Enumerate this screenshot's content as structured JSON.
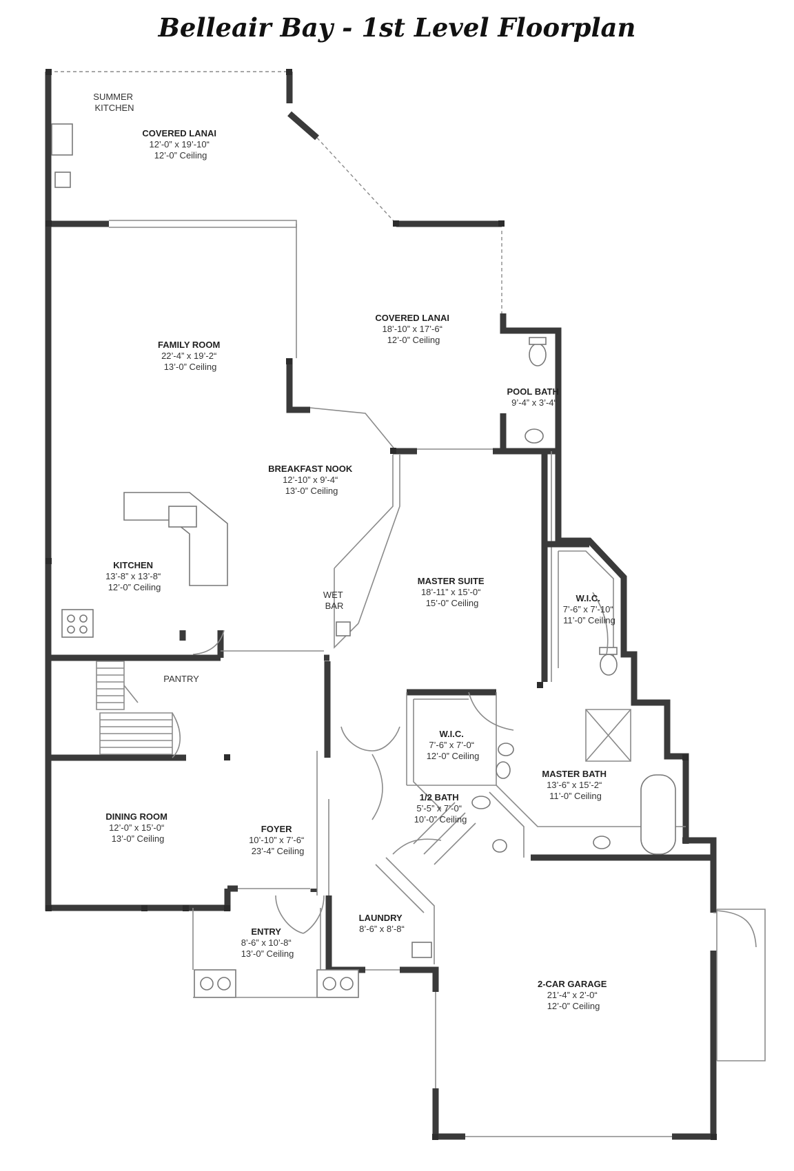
{
  "title": "Belleair Bay - 1st Level Floorplan",
  "rooms": [
    {
      "id": "summer-kitchen",
      "name": "SUMMER",
      "name2": "KITCHEN",
      "dims": "",
      "ceiling": ""
    },
    {
      "id": "covered-lanai-1",
      "name": "COVERED LANAI",
      "dims": "12’-0” x 19’-10“",
      "ceiling": "12’-0” Ceiling"
    },
    {
      "id": "covered-lanai-2",
      "name": "COVERED LANAI",
      "dims": "18’-10” x 17’-6“",
      "ceiling": "12’-0” Ceiling"
    },
    {
      "id": "family-room",
      "name": "FAMILY ROOM",
      "dims": "22’-4” x 19’-2“",
      "ceiling": "13’-0” Ceiling"
    },
    {
      "id": "pool-bath",
      "name": "POOL BATH",
      "dims": "9’-4” x 3’-4“",
      "ceiling": ""
    },
    {
      "id": "breakfast-nook",
      "name": "BREAKFAST NOOK",
      "dims": "12’-10” x 9’-4“",
      "ceiling": "13’-0” Ceiling"
    },
    {
      "id": "kitchen",
      "name": "KITCHEN",
      "dims": "13’-8” x 13’-8“",
      "ceiling": "12’-0” Ceiling"
    },
    {
      "id": "master-suite",
      "name": "MASTER SUITE",
      "dims": "18’-11” x 15’-0“",
      "ceiling": "15’-0” Ceiling"
    },
    {
      "id": "wic-1",
      "name": "W.I.C.",
      "dims": "7’-6” x 7’-10“",
      "ceiling": "11’-0” Ceiling"
    },
    {
      "id": "wet-bar",
      "name": "WET",
      "name2": "BAR",
      "dims": "",
      "ceiling": ""
    },
    {
      "id": "pantry",
      "name": "PANTRY",
      "dims": "",
      "ceiling": ""
    },
    {
      "id": "wic-2",
      "name": "W.I.C.",
      "dims": "7’-6” x 7’-0“",
      "ceiling": "12’-0” Ceiling"
    },
    {
      "id": "master-bath",
      "name": "MASTER BATH",
      "dims": "13’-6” x 15’-2“",
      "ceiling": "11’-0” Ceiling"
    },
    {
      "id": "half-bath",
      "name": "1/2 BATH",
      "dims": "5’-5” x 7’-0“",
      "ceiling": "10’-0” Ceiling"
    },
    {
      "id": "dining-room",
      "name": "DINING ROOM",
      "dims": "12’-0” x 15’-0“",
      "ceiling": "13’-0” Ceiling"
    },
    {
      "id": "foyer",
      "name": "FOYER",
      "dims": "10’-10” x 7’-6“",
      "ceiling": "23’-4” Ceiling"
    },
    {
      "id": "laundry",
      "name": "LAUNDRY",
      "dims": "8’-6” x 8’-8“",
      "ceiling": ""
    },
    {
      "id": "entry",
      "name": "ENTRY",
      "dims": "8’-6” x 10’-8“",
      "ceiling": "13’-0” Ceiling"
    },
    {
      "id": "garage",
      "name": "2-CAR GARAGE",
      "dims": "21’-4” x 2’-0“",
      "ceiling": "12’-0” Ceiling"
    }
  ]
}
